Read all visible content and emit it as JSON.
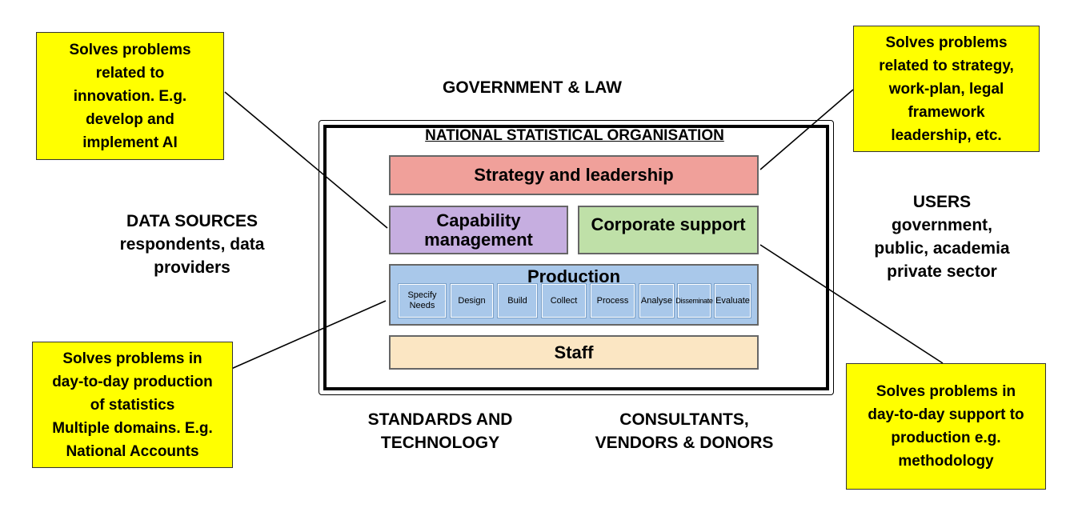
{
  "environment": {
    "top": "GOVERNMENT & LAW",
    "left_title": "DATA SOURCES",
    "left_line1": "respondents, data",
    "left_line2": "providers",
    "right_title": "USERS",
    "right_line1": "government,",
    "right_line2": "public, academia",
    "right_line3": "private sector",
    "bottom_left_line1": "STANDARDS AND",
    "bottom_left_line2": "TECHNOLOGY",
    "bottom_right_line1": "CONSULTANTS,",
    "bottom_right_line2": "VENDORS & DONORS"
  },
  "organisation": {
    "title": "NATIONAL STATISTICAL ORGANISATION",
    "strategy": "Strategy and leadership",
    "capability_line1": "Capability",
    "capability_line2": "management",
    "corporate": "Corporate support",
    "production": "Production",
    "staff": "Staff",
    "steps": [
      {
        "line1": "Specify",
        "line2": "Needs"
      },
      {
        "line1": "Design",
        "line2": ""
      },
      {
        "line1": "Build",
        "line2": ""
      },
      {
        "line1": "Collect",
        "line2": ""
      },
      {
        "line1": "Process",
        "line2": ""
      },
      {
        "line1": "Analyse",
        "line2": ""
      },
      {
        "line1": "Disseminate",
        "line2": ""
      },
      {
        "line1": "Evaluate",
        "line2": ""
      }
    ]
  },
  "callouts": {
    "innovation": [
      "Solves problems",
      "related to",
      "innovation. E.g.",
      "develop and",
      "implement AI"
    ],
    "strategy": [
      "Solves problems",
      "related to strategy,",
      "work-plan, legal",
      "framework",
      "leadership, etc."
    ],
    "production": [
      "Solves problems in",
      "day-to-day production",
      "of statistics",
      "Multiple domains. E.g.",
      "National Accounts"
    ],
    "support": [
      "Solves problems in",
      "day-to-day support to",
      "production e.g.",
      "methodology"
    ]
  },
  "colors": {
    "callout": "#ffff00",
    "strategy": "#f0a09a",
    "capability": "#c6aee0",
    "corporate": "#bfe0a8",
    "production": "#a9c8ea",
    "staff": "#fbe6c3"
  }
}
